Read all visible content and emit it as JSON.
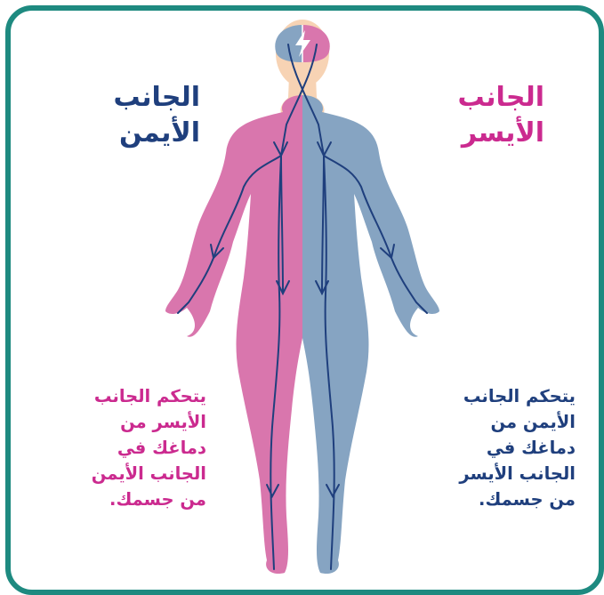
{
  "labels": {
    "left_title_line1": "الجانب",
    "left_title_line2": "الأيمن",
    "right_title_line1": "الجانب",
    "right_title_line2": "الأيسر",
    "left_desc_lines": [
      "يتحكم الجانب",
      "الأيسر من",
      "دماغك في",
      "الجانب الأيمن",
      "من جسمك."
    ],
    "right_desc_lines": [
      "يتحكم الجانب",
      "الأيمن من",
      "دماغك في",
      "الجانب الأيسر",
      "من جسمك."
    ]
  },
  "icons": {
    "brain": "lightning-bolt-icon"
  },
  "colors": {
    "frame": "#1e8a80",
    "pink": "#d976ad",
    "blue": "#86a4c2",
    "nerve": "#1f3f7d",
    "magenta_text": "#cb2a8f",
    "navy_text": "#1f3f7d",
    "skin": "#f7d3b4"
  }
}
